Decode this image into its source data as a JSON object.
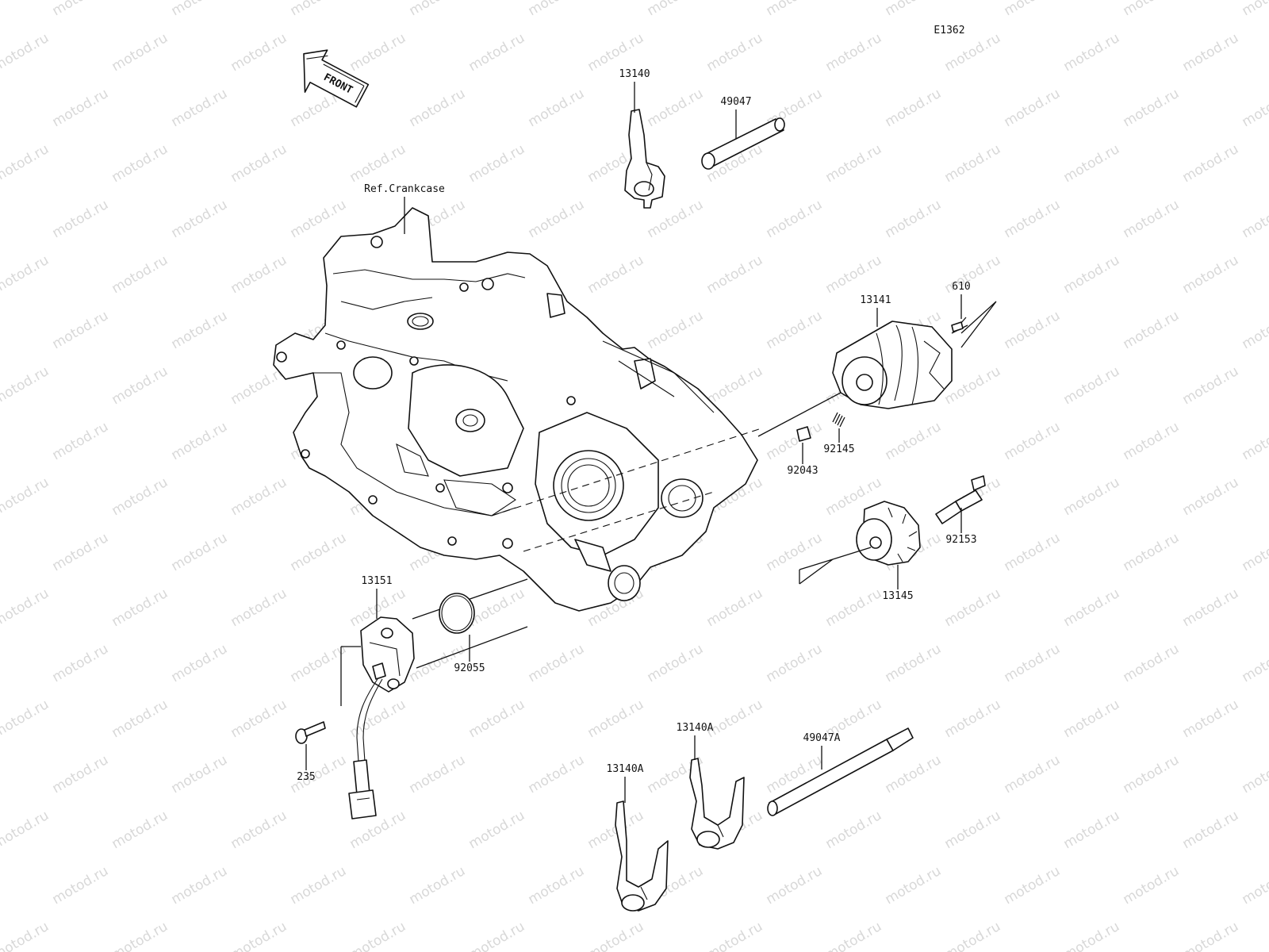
{
  "diagram_code": "E1362",
  "front_label": "FRONT",
  "watermark_text": "motod.ru",
  "colors": {
    "line": "#111111",
    "background": "#ffffff",
    "watermark": "#d8d8d8"
  },
  "parts": [
    {
      "id": "ref-crankcase",
      "label": "Ref.Crankcase"
    },
    {
      "id": "13140",
      "label": "13140"
    },
    {
      "id": "49047",
      "label": "49047"
    },
    {
      "id": "13141",
      "label": "13141"
    },
    {
      "id": "610",
      "label": "610"
    },
    {
      "id": "92145",
      "label": "92145"
    },
    {
      "id": "92043",
      "label": "92043"
    },
    {
      "id": "92153",
      "label": "92153"
    },
    {
      "id": "13145",
      "label": "13145"
    },
    {
      "id": "13151",
      "label": "13151"
    },
    {
      "id": "92055",
      "label": "92055"
    },
    {
      "id": "235",
      "label": "235"
    },
    {
      "id": "13140A-right",
      "label": "13140A"
    },
    {
      "id": "13140A-left",
      "label": "13140A"
    },
    {
      "id": "49047A",
      "label": "49047A"
    }
  ]
}
